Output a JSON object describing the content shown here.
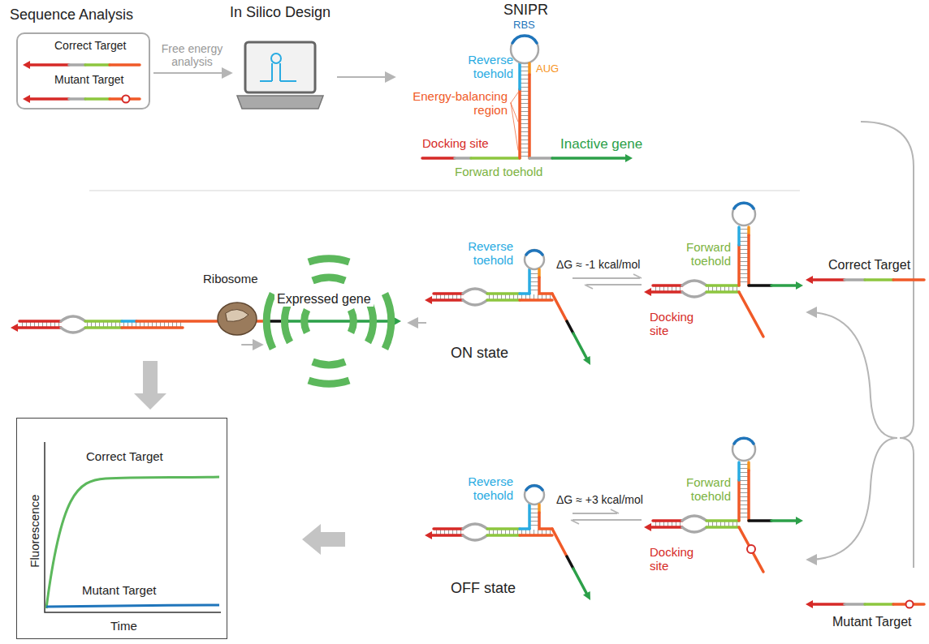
{
  "diagram": {
    "nodes": [
      {
        "text": [
          "Sequence Analysis",
          "Correct Target",
          "Mutant Target"
        ]
      },
      {
        "text": [
          "In Silico Design"
        ]
      },
      {
        "text": [
          "Correct Target",
          "Mutant Target",
          "Fluorescence",
          "Time"
        ]
      }
    ],
    "edges": [
      {
        "from": 0,
        "to": 1,
        "arrow": "to",
        "label": "Free energy analysis"
      }
    ],
    "labels": [
      "SNIPR",
      "RBS",
      "Reverse toehold",
      "AUG",
      "Energy-balancing region",
      "Docking site",
      "Forward toehold",
      "Inactive gene",
      "Ribosome",
      "Expressed gene",
      "Reverse toehold",
      "ON state",
      "ΔG ≈ -1 kcal/mol",
      "Forward toehold",
      "Docking site",
      "Correct Target",
      "Reverse toehold",
      "OFF state",
      "ΔG ≈ +3 kcal/mol",
      "Forward toehold",
      "Docking site",
      "Mutant Target"
    ]
  }
}
